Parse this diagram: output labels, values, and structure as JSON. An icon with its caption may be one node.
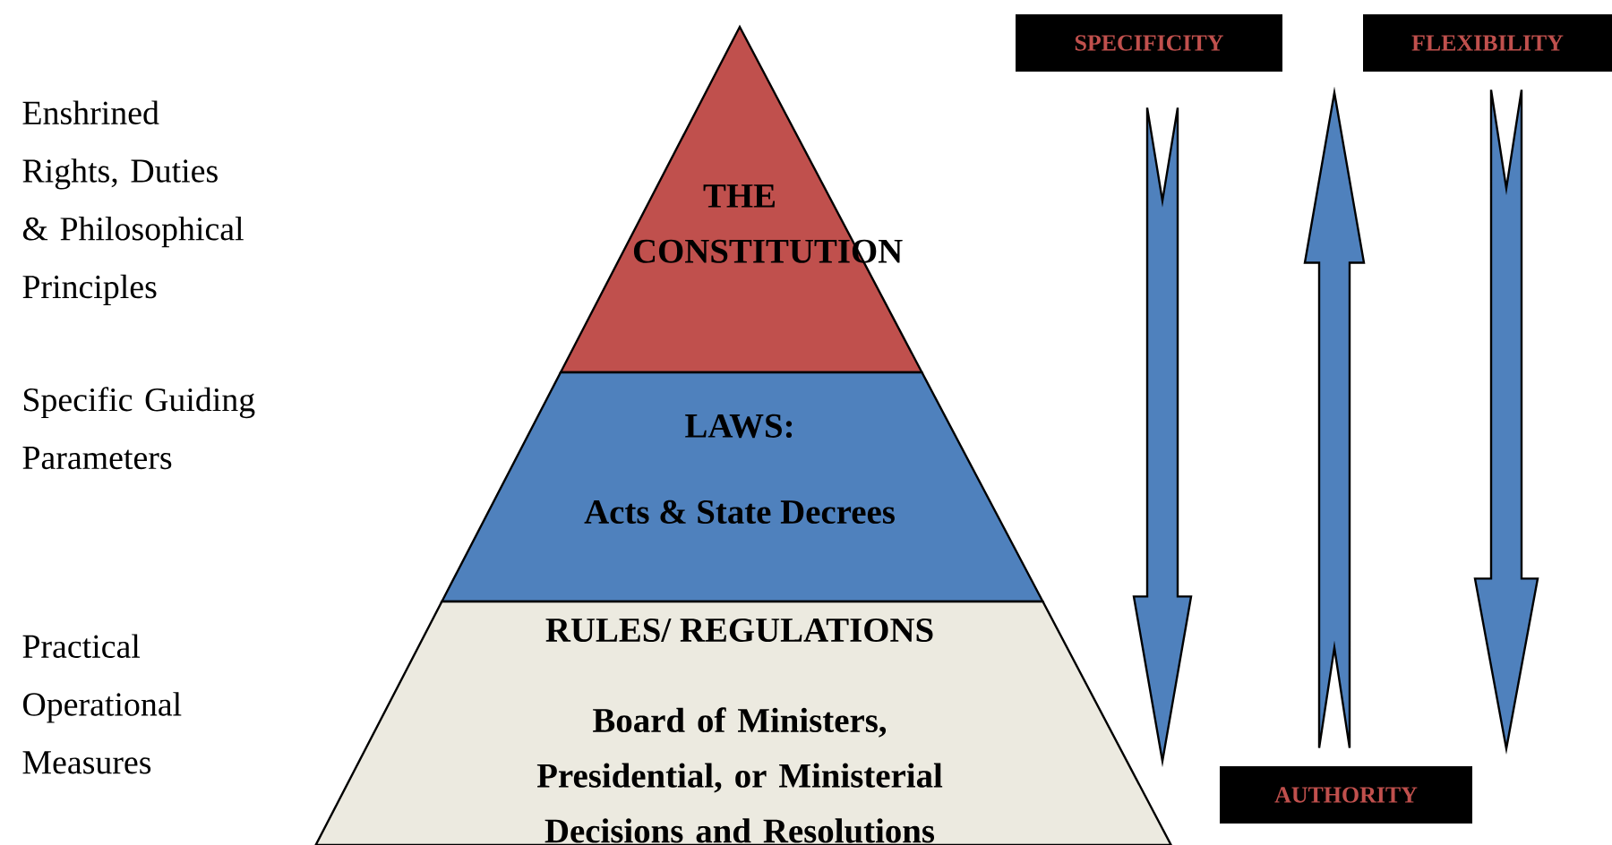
{
  "diagram": {
    "nodes": [
      {
        "text": [
          "THE CONSTITUTION"
        ]
      },
      {
        "text": [
          "LAWS:",
          "Acts & State Decrees"
        ]
      },
      {
        "text": [
          "RULES/ REGULATIONS",
          "Board of Ministers, Presidential, or Ministerial Decisions and Resolutions"
        ]
      },
      {
        "text": [
          "SPECIFICITY"
        ]
      },
      {
        "text": [
          "FLEXIBILITY"
        ]
      },
      {
        "text": [
          "AUTHORITY"
        ]
      }
    ],
    "edges": [
      {
        "from": 3,
        "to": null,
        "arrow": "to"
      },
      {
        "from": 5,
        "to": null,
        "arrow": "to"
      },
      {
        "from": 4,
        "to": null,
        "arrow": "to"
      }
    ],
    "labels": [
      "Enshrined Rights, Duties & Philosophical Principles",
      "Specific Guiding Parameters",
      "Practical Operational Measures"
    ]
  }
}
